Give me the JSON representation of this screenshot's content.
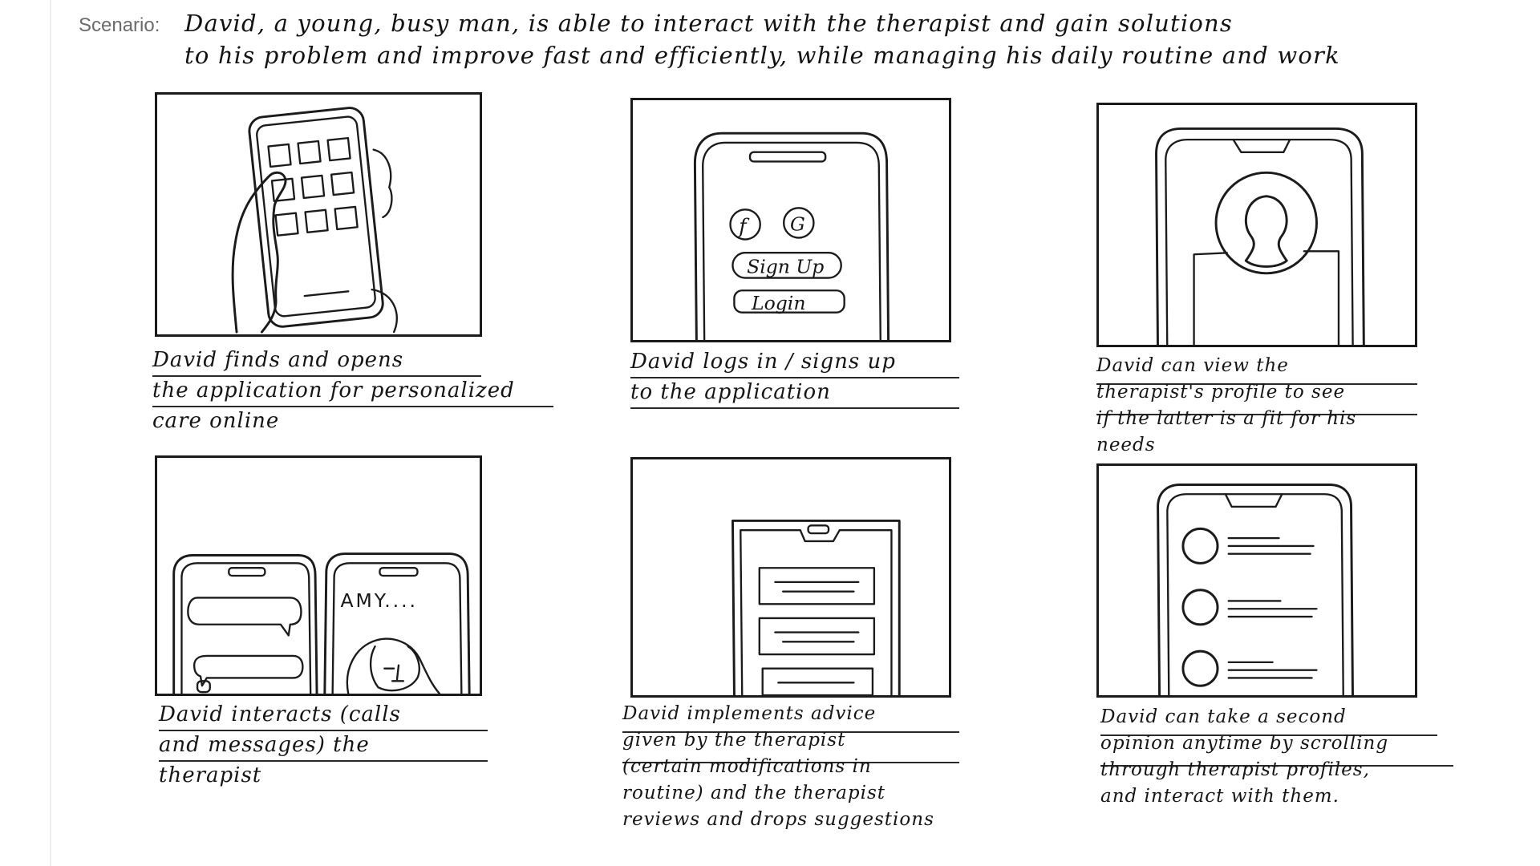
{
  "header": {
    "label": "Scenario:",
    "line1": "David, a young, busy man, is able to interact with the therapist and gain solutions",
    "line2": "to his problem and improve fast and efficiently, while managing his daily routine and work"
  },
  "panels": [
    {
      "caption": "David finds and opens\nthe application for personalized\n      care online"
    },
    {
      "caption": "David logs in / signs up\n to the application",
      "buttons": {
        "signup": "Sign Up",
        "login": "Login"
      },
      "social": {
        "facebook": "f",
        "google": "G"
      }
    },
    {
      "caption": " David can view the\ntherapist's profile to see\nif the latter is a fit for his\nneeds"
    },
    {
      "caption": "David interacts (calls\nand messages) the\ntherapist",
      "call_name": "AMY...."
    },
    {
      "caption": "David implements advice\n given by the therapist\n(certain modifications in\n routine) and the therapist\n reviews and drops suggestions"
    },
    {
      "caption": "David can take a second\nopinion anytime by scrolling\nthrough therapist profiles,\nand interact with them."
    }
  ]
}
